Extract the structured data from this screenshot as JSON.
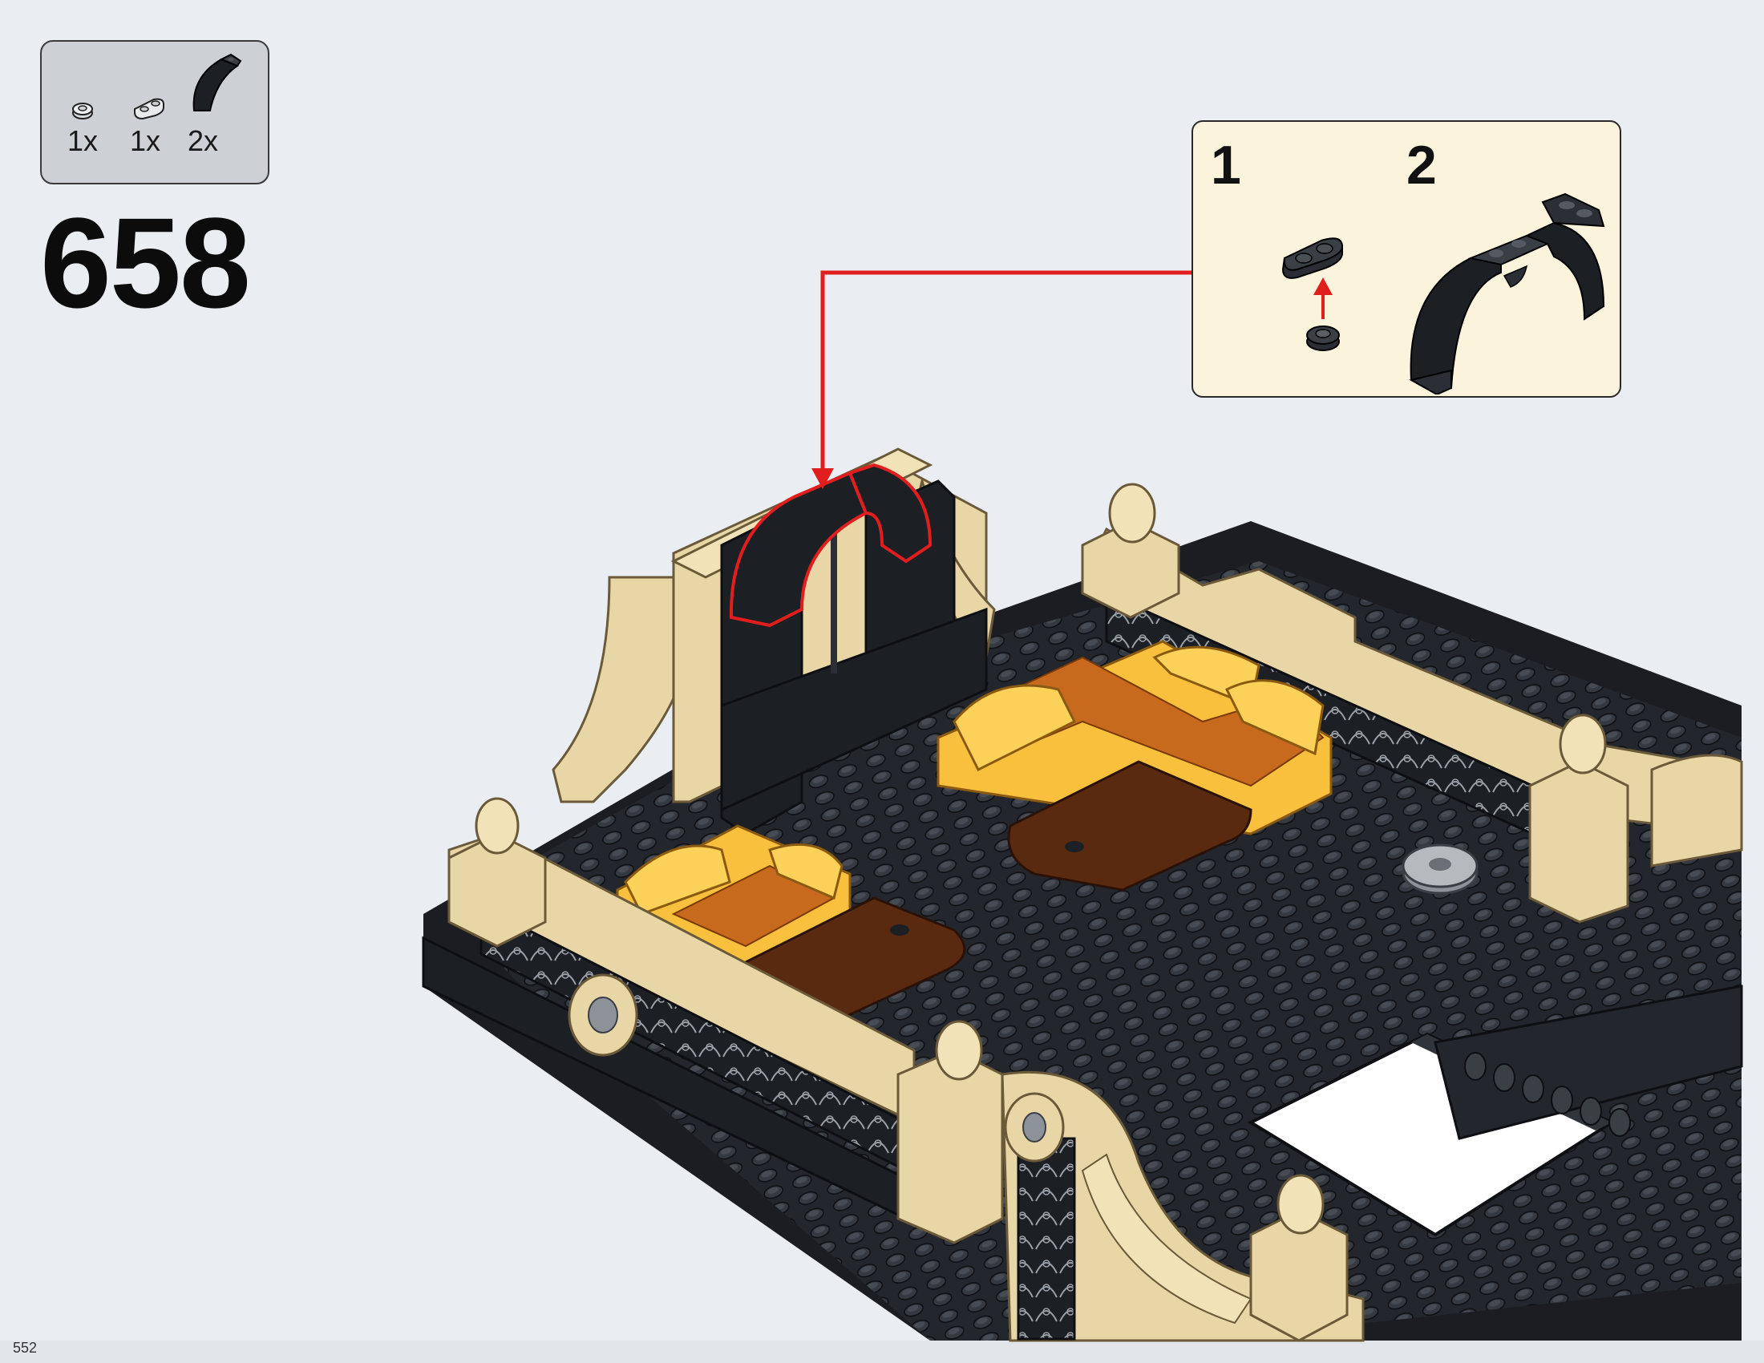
{
  "parts_list": {
    "items": [
      {
        "qty": "1x",
        "icon": "round-plate-1x1-icon"
      },
      {
        "qty": "1x",
        "icon": "plate-1x2-rounded-icon"
      },
      {
        "qty": "2x",
        "icon": "curved-arch-icon"
      }
    ]
  },
  "step": {
    "number": "658"
  },
  "sub_assembly": {
    "steps": [
      {
        "number": "1",
        "icon": "plate-on-round-plate-icon"
      },
      {
        "number": "2",
        "icon": "arch-pair-icon"
      }
    ]
  },
  "page": {
    "number": "552"
  },
  "colors": {
    "background": "#eaeef2",
    "callout_background": "#fbf3dc",
    "parts_background": "#cdd0d4",
    "tan": "#e9d6a6",
    "black_brick": "#1e2126",
    "bright_light_orange": "#f8c03c",
    "dark_orange": "#c86a1e",
    "reddish_brown": "#5a2a10",
    "highlight_red": "#e01e1e"
  }
}
